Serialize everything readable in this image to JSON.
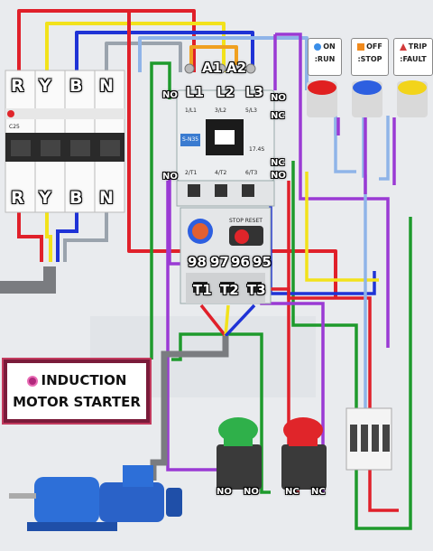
{
  "title": {
    "line1": "INDUCTION",
    "line2": "MOTOR STARTER"
  },
  "mcb": {
    "top_labels": [
      "R",
      "Y",
      "B",
      "N"
    ],
    "bottom_labels": [
      "R",
      "Y",
      "B",
      "N"
    ],
    "rating": "C25"
  },
  "contactor": {
    "coil_labels": [
      "A1",
      "A2"
    ],
    "line_labels": [
      "L1",
      "L2",
      "L3"
    ],
    "load_labels": [
      "T1",
      "T2",
      "T3"
    ],
    "model": "S-N35",
    "rating_label": "17.4S",
    "aux_left_top": "NO",
    "aux_left_bottom": "NO",
    "aux_right": [
      "NO",
      "NC",
      "NC",
      "NO"
    ],
    "face_top": [
      "1/L1",
      "3/L2",
      "5/L3"
    ],
    "face_bottom": [
      "2/T1",
      "4/T2",
      "6/T3"
    ]
  },
  "overload": {
    "terminals": [
      "98",
      "97",
      "96",
      "95"
    ],
    "tag": "STOP RESET"
  },
  "indicators": [
    {
      "label1": "ON",
      "label2": ":RUN",
      "color": "#e02020",
      "symbol": "circle",
      "symbol_color": "#3a8ee8"
    },
    {
      "label1": "OFF",
      "label2": ":STOP",
      "color": "#2d5fe0",
      "symbol": "square",
      "symbol_color": "#f08a1d"
    },
    {
      "label1": "TRIP",
      "label2": ":FAULT",
      "color": "#f2d41b",
      "symbol": "triangle",
      "symbol_color": "#d23a3a"
    }
  ],
  "buttons": [
    {
      "color": "#2fb04a",
      "contacts": [
        "NO",
        "NO"
      ]
    },
    {
      "color": "#e0252a",
      "contacts": [
        "NC",
        "NC"
      ]
    }
  ],
  "wire_colors": {
    "red": "#e0202a",
    "yellow": "#f2e21b",
    "blue": "#1f33d6",
    "green": "#1e9a2c",
    "purple": "#9a3ad4",
    "grey": "#7a7c80",
    "light_blue": "#8fb4e8",
    "orange": "#f0a020"
  }
}
